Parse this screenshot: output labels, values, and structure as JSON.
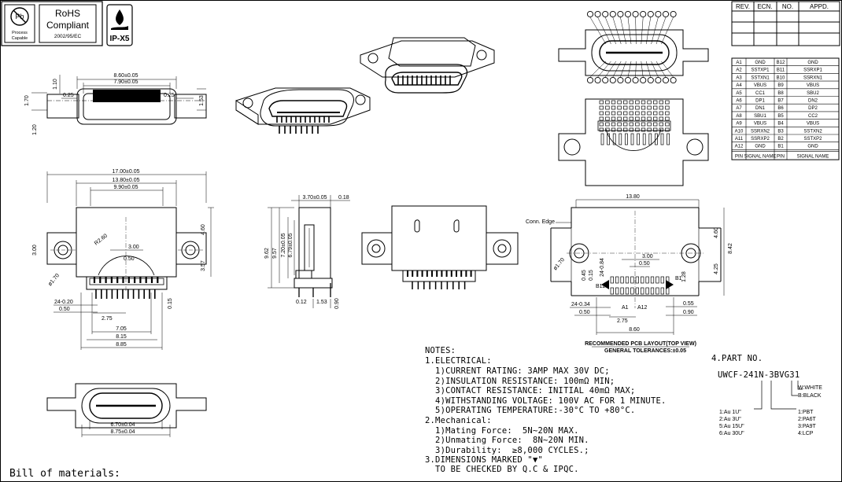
{
  "badges": {
    "pb_symbol": "Pb",
    "pb_line1": "Process",
    "pb_line2": "Capable",
    "rohs_line1": "RoHS",
    "rohs_line2": "Compliant",
    "rohs_directive": "2002/95/EC",
    "ip_rating": "IP-X5"
  },
  "revision_table": {
    "headers": [
      "REV.",
      "ECN.",
      "NO.",
      "APPD."
    ],
    "rows": 3
  },
  "pin_table": {
    "rows": [
      [
        "A1",
        "GND",
        "B12",
        "GND"
      ],
      [
        "A2",
        "SSTXP1",
        "B11",
        "SSRXP1"
      ],
      [
        "A3",
        "SSTXN1",
        "B10",
        "SSRXN1"
      ],
      [
        "A4",
        "VBUS",
        "B9",
        "VBUS"
      ],
      [
        "A5",
        "CC1",
        "B8",
        "SBU2"
      ],
      [
        "A6",
        "DP1",
        "B7",
        "DN2"
      ],
      [
        "A7",
        "DN1",
        "B6",
        "DP2"
      ],
      [
        "A8",
        "SBU1",
        "B5",
        "CC2"
      ],
      [
        "A9",
        "VBUS",
        "B4",
        "VBUS"
      ],
      [
        "A10",
        "SSRXN2",
        "B3",
        "SSTXN2"
      ],
      [
        "A11",
        "SSRXP2",
        "B2",
        "SSTXP2"
      ],
      [
        "A12",
        "GND",
        "B1",
        "GND"
      ]
    ],
    "footer": [
      "PIN",
      "SIGNAL NAME",
      "PIN",
      "SIGNAL NAME"
    ]
  },
  "dims": {
    "top_outer": "8.60±0.05",
    "top_inner": "7.90±0.05",
    "top_left_025": "0.25",
    "top_right_025": "0.25",
    "top_h110": "1.10",
    "top_h170": "1.70",
    "top_h153": "1.53",
    "top_h120": "1.20",
    "front_w1": "17.00±0.05",
    "front_w2": "13.80±0.05",
    "front_w3": "9.90±0.05",
    "front_r": "R2.60",
    "front_300": "3.00",
    "front_050": "0.50",
    "front_300v": "3.00",
    "front_460": "4.60",
    "front_357": "3.57",
    "front_phi": "ø1.70",
    "front_015": "0.15",
    "front_pitch": "24-0.20",
    "front_050b": "0.50",
    "front_275": "2.75",
    "front_705": "7.05",
    "front_815": "8.15",
    "front_885": "8.85",
    "side_370": "3.70±0.05",
    "side_018": "0.18",
    "side_962": "9.62",
    "side_957": "9.57",
    "side_720": "7.20±0.05",
    "side_679": "6.79±0.05",
    "side_012": "0.12",
    "side_153": "1.53",
    "side_090": "0.90",
    "pcb_1380": "13.80",
    "pcb_conn_edge": "Conn. Edge",
    "pcb_460": "4.60",
    "pcb_842": "8.42",
    "pcb_425": "4.25",
    "pcb_phi": "ø1.70",
    "pcb_24084": "24-0.84",
    "pcb_045": "0.45",
    "pcb_015": "0.15",
    "pcb_300": "3.00",
    "pcb_050": "0.50",
    "pcb_b1": "B1",
    "pcb_128": "1.28",
    "pcb_b12": "B12",
    "pcb_a1": "A1",
    "pcb_a12": "A12",
    "pcb_24034": "24-0.34",
    "pcb_050b": "0.50",
    "pcb_275": "2.75",
    "pcb_055": "0.55",
    "pcb_090": "0.90",
    "pcb_860": "8.60",
    "pcb_caption1": "RECOMMENDED PCB LAYOUT(TOP VIEW)",
    "pcb_caption2": "GENERAL TOLERANCES:±0.05",
    "bottom_670": "6.70±0.04",
    "bottom_875": "8.75±0.04"
  },
  "notes": {
    "title": "NOTES:",
    "lines": [
      "1.ELECTRICAL:",
      "  1)CURRENT RATING: 3AMP MAX 30V DC;",
      "  2)INSULATION RESISTANCE: 100mΩ MIN;",
      "  3)CONTACT RESISTANCE: INITIAL 40mΩ MAX;",
      "  4)WITHSTANDING VOLTAGE: 100V AC FOR 1 MINUTE.",
      "  5)OPERATING TEMPERATURE:-30°C TO +80°C.",
      "2.Mechanical:",
      "  1)Mating Force:  5N~20N MAX.",
      "  2)Unmating Force:  8N~20N MIN.",
      "  3)Durability:  ≥8,000 CYCLES.;",
      "3.DIMENSIONS MARKED \"▼\"",
      "  TO BE CHECKED BY Q.C & IPQC."
    ]
  },
  "part_no": {
    "title": "4.PART NO.",
    "number": "UWCF-241N-3BVG31",
    "color_w": "W:WHITE",
    "color_b": "B:BLACK",
    "plating": [
      "1:Au 1U\"",
      "2:Au 3U\"",
      "5:Au 15U\"",
      "6:Au 30U\""
    ],
    "materials": [
      "1:PBT",
      "2:PA6T",
      "3:PA9T",
      "4:LCP"
    ]
  },
  "bom_title": "Bill of materials:"
}
